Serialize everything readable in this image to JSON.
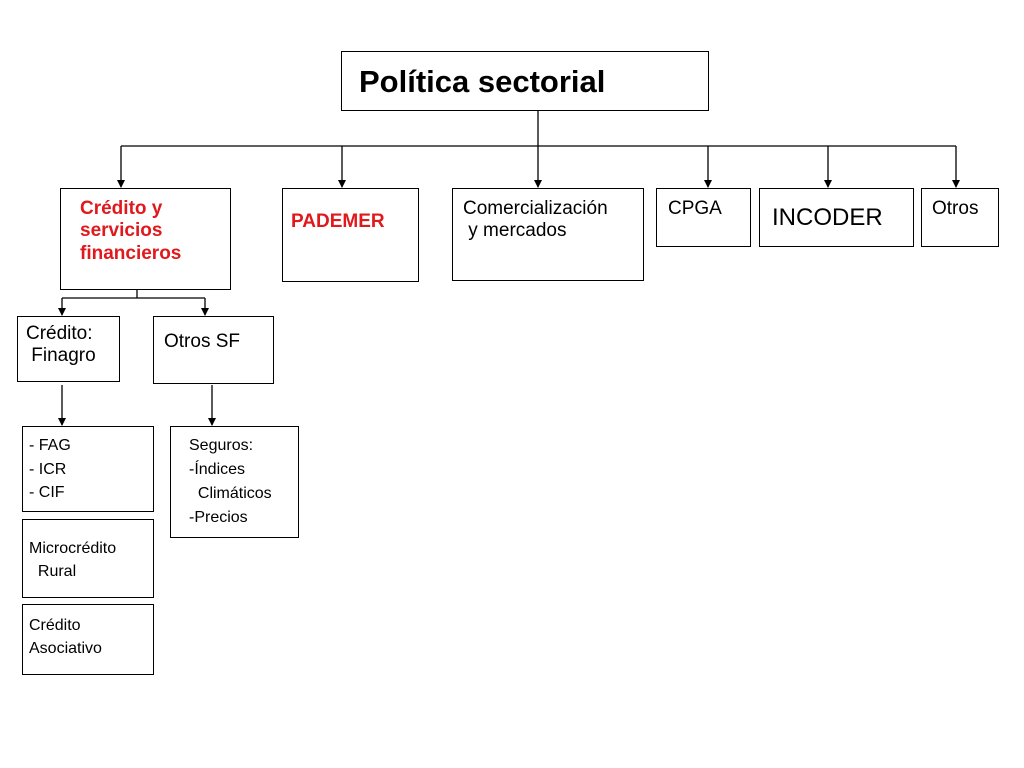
{
  "colors": {
    "line": "#000000",
    "highlight_text": "#e0191c"
  },
  "root": {
    "label": "Política sectorial"
  },
  "level1": {
    "credito_servicios": "Crédito y\nservicios\nfinancieros",
    "pademer": "PADEMER",
    "comercializacion": "Comercialización\n y mercados",
    "cpga": "CPGA",
    "incoder": "INCODER",
    "otros": "Otros"
  },
  "level2": {
    "credito_finagro": "Crédito:\n Finagro",
    "otros_sf": "Otros SF"
  },
  "level3": {
    "fag_icr_cif": "- FAG\n- ICR\n- CIF",
    "microcredito": "Microcrédito\n  Rural",
    "credito_asociativo": "Crédito\nAsociativo",
    "seguros": "Seguros:\n-Índices\n  Climáticos\n-Precios"
  }
}
